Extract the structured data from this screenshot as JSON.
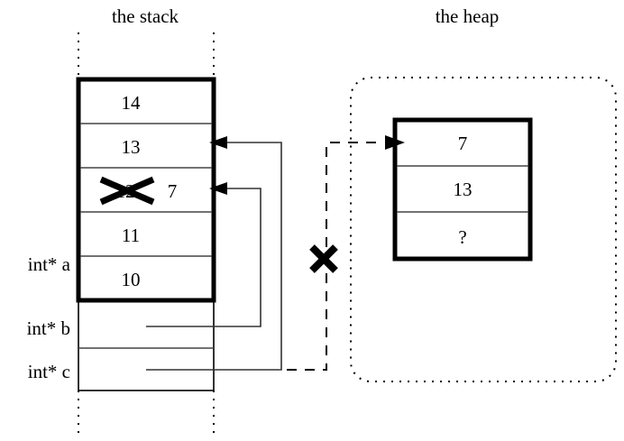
{
  "headers": {
    "stack": "the stack",
    "heap": "the heap"
  },
  "stack": {
    "cells": [
      {
        "value": "14",
        "struck": false
      },
      {
        "value": "13",
        "struck": false
      },
      {
        "value": "12",
        "struck": true,
        "replacement": "7"
      },
      {
        "value": "11",
        "struck": false
      },
      {
        "value": "10",
        "struck": false
      }
    ],
    "variables": [
      {
        "label": "int* a",
        "name": "a"
      },
      {
        "label": "int* b",
        "name": "b"
      },
      {
        "label": "int* c",
        "name": "c"
      }
    ]
  },
  "heap": {
    "cells": [
      {
        "value": "7"
      },
      {
        "value": "13"
      },
      {
        "value": "?"
      }
    ]
  },
  "annotations": {
    "invalid_pointer_mark": "✕",
    "struck_value_mark": "✕"
  },
  "colors": {
    "ink": "#000000",
    "background": "#ffffff",
    "connector": "#333333",
    "divider": "#444444"
  }
}
